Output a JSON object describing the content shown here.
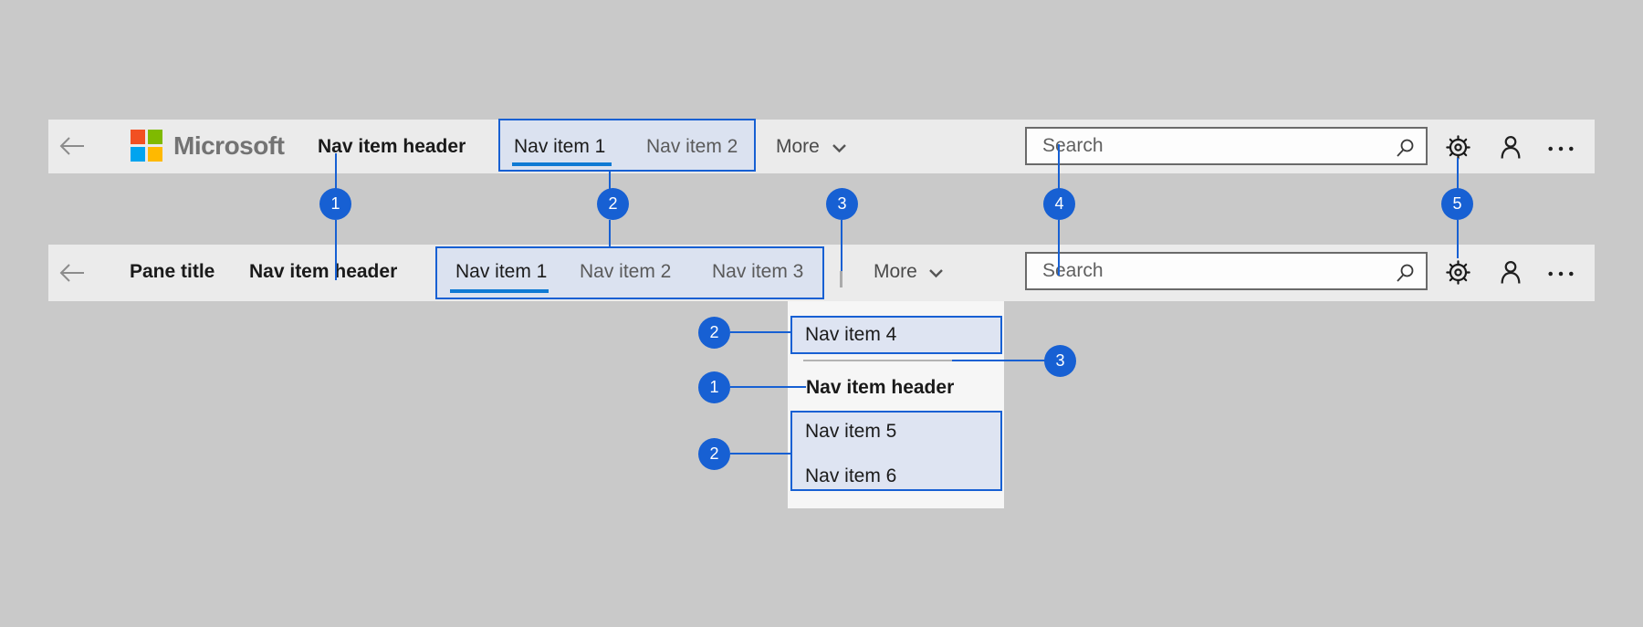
{
  "colors": {
    "page_bg": "#c9c9c9",
    "bar_bg": "#ebebeb",
    "panel_bg": "#f6f6f6",
    "accent": "#1760d3",
    "underline": "#0f7ad4",
    "highlight_fill": "#dbe2f0",
    "search_border": "#6a6a6a",
    "logo_red": "#f25022",
    "logo_green": "#7fba00",
    "logo_blue": "#00a4ef",
    "logo_yellow": "#ffb900",
    "logo_gray": "#737373"
  },
  "top_bar": {
    "logo_text": "Microsoft",
    "nav_item_header": "Nav item header",
    "nav_items": [
      "Nav item 1",
      "Nav item 2"
    ],
    "more_label": "More",
    "search_placeholder": "Search"
  },
  "pane_bar": {
    "pane_title": "Pane title",
    "nav_item_header": "Nav item header",
    "nav_items": [
      "Nav item 1",
      "Nav item 2",
      "Nav item 3"
    ],
    "more_label": "More",
    "search_placeholder": "Search"
  },
  "dropdown": {
    "item4": "Nav item 4",
    "header": "Nav item header",
    "item5": "Nav item 5",
    "item6": "Nav item 6"
  },
  "callouts": {
    "between_bars": [
      "1",
      "2",
      "3",
      "4",
      "5"
    ],
    "dropdown_top": "2",
    "dropdown_separator": "3",
    "dropdown_header": "1",
    "dropdown_bottom": "2"
  }
}
